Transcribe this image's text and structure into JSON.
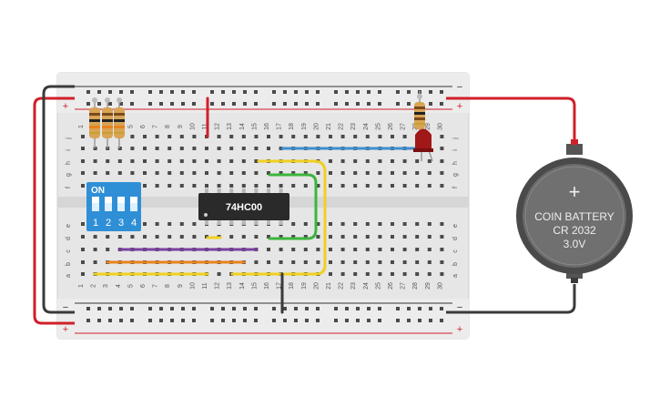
{
  "breadboard": {
    "column_numbers": [
      "1",
      "2",
      "3",
      "4",
      "5",
      "6",
      "7",
      "8",
      "9",
      "10",
      "11",
      "12",
      "13",
      "14",
      "15",
      "16",
      "17",
      "18",
      "19",
      "20",
      "21",
      "22",
      "23",
      "24",
      "25",
      "26",
      "27",
      "28",
      "29",
      "30"
    ],
    "top_row_letters": [
      "j",
      "i",
      "h",
      "g",
      "f"
    ],
    "bottom_row_letters": [
      "e",
      "d",
      "c",
      "b",
      "a"
    ],
    "rail_minus_symbol": "−",
    "rail_plus_symbol": "+"
  },
  "chip": {
    "label": "74HC00"
  },
  "dip_switch": {
    "on_label": "ON",
    "switch_numbers": [
      "1",
      "2",
      "3",
      "4"
    ]
  },
  "battery": {
    "plus_symbol": "+",
    "line1": "COIN BATTERY",
    "line2": "CR 2032",
    "line3": "3.0V"
  },
  "colors": {
    "board": "#e3e3e3",
    "red_wire": "#d0202a",
    "black_wire": "#3a3a3a",
    "yellow_wire": "#f0d020",
    "green_wire": "#3db53d",
    "blue_wire": "#3a8fd0",
    "purple_wire": "#7a3fa0",
    "orange_wire": "#e8821e",
    "led": "#a01818",
    "dip_switch": "#2f8fd6",
    "chip": "#2a2a2a",
    "battery": "#666666"
  }
}
